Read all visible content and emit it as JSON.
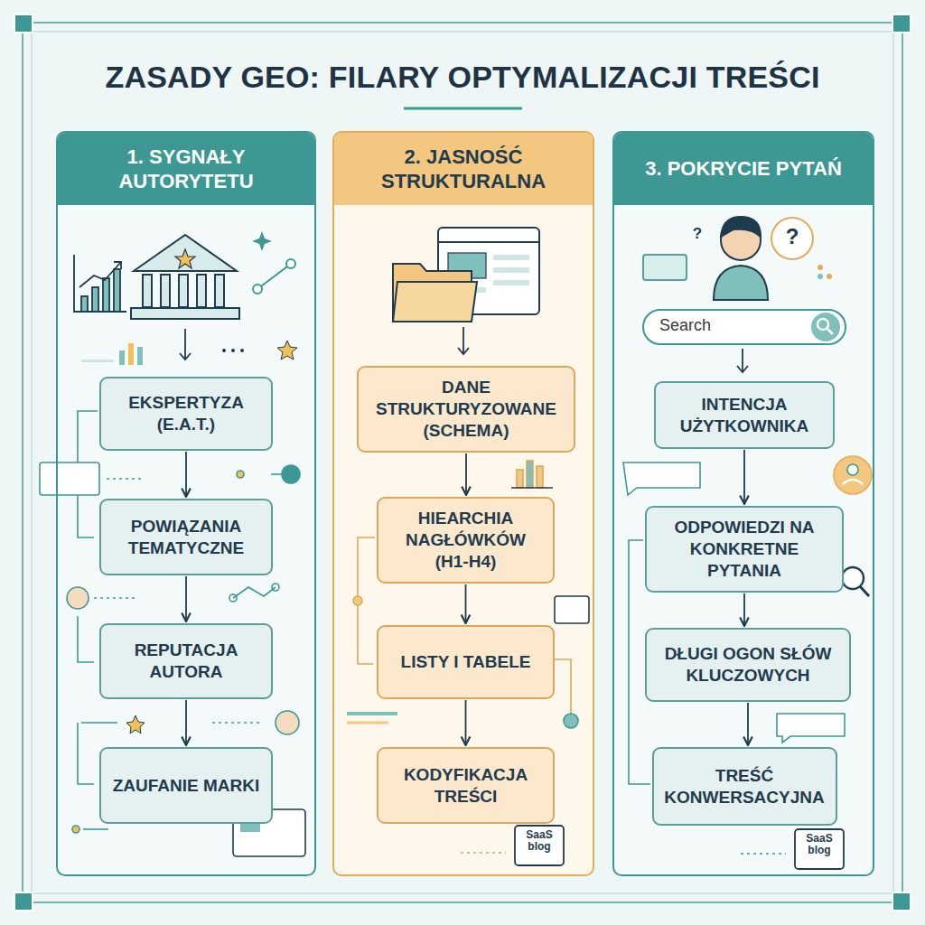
{
  "diagram": {
    "title": "ZASADY GEO: FILARY OPTYMALIZACJI TREŚCI",
    "nodes": [
      {
        "text": [
          "1. SYGNAŁY AUTORYTETU"
        ]
      },
      {
        "text": [
          "EKSPERTYZA (E.A.T.)"
        ],
        "in": 0
      },
      {
        "text": [
          "POWIĄZANIA TEMATYCZNE"
        ],
        "in": 0
      },
      {
        "text": [
          "REPUTACJA AUTORA"
        ],
        "in": 0
      },
      {
        "text": [
          "ZAUFANIE MARKI"
        ],
        "in": 0
      },
      {
        "text": [
          "2. JASNOŚĆ STRUKTURALNA"
        ]
      },
      {
        "text": [
          "DANE STRUKTURYZOWANE (SCHEMA)"
        ],
        "in": 5
      },
      {
        "text": [
          "HIEARCHIA NAGŁÓWKÓW (H1-H4)"
        ],
        "in": 5
      },
      {
        "text": [
          "LISTY I TABELE"
        ],
        "in": 5
      },
      {
        "text": [
          "KODYFIKACJA TREŚCI"
        ],
        "in": 5
      },
      {
        "text": [
          "3. POKRYCIE PYTAŃ"
        ]
      },
      {
        "text": [
          "INTENCJA UŻYTKOWNIKA"
        ],
        "in": 10
      },
      {
        "text": [
          "ODPOWIEDZI NA KONKRETNE PYTANIA"
        ],
        "in": 10
      },
      {
        "text": [
          "DŁUGI OGON SŁÓW KLUCZOWYCH"
        ],
        "in": 10
      },
      {
        "text": [
          "TREŚĆ KONWERSACYJNA"
        ],
        "in": 10
      }
    ],
    "edges": [
      {
        "from": 1,
        "to": 2,
        "arrow": "to"
      },
      {
        "from": 2,
        "to": 3,
        "arrow": "to"
      },
      {
        "from": 3,
        "to": 4,
        "arrow": "to"
      },
      {
        "from": 6,
        "to": 7,
        "arrow": "to"
      },
      {
        "from": 7,
        "to": 8,
        "arrow": "to"
      },
      {
        "from": 8,
        "to": 9,
        "arrow": "to"
      },
      {
        "from": 11,
        "to": 12,
        "arrow": "to"
      },
      {
        "from": 12,
        "to": 13,
        "arrow": "to"
      },
      {
        "from": 13,
        "to": 14,
        "arrow": "to"
      }
    ],
    "labels": [
      "Search",
      "?",
      "?",
      "SaaS blog",
      "SaaS blog"
    ]
  }
}
